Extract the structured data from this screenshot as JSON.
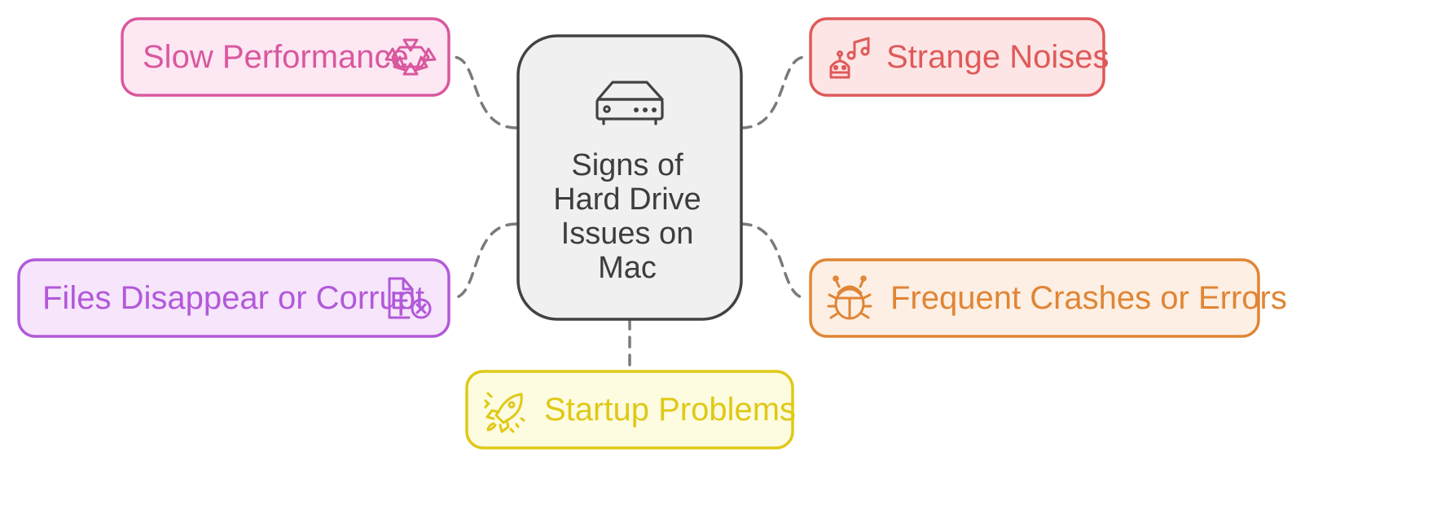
{
  "center": {
    "lines": [
      "Signs of",
      "Hard Drive",
      "Issues on",
      "Mac"
    ],
    "icon": "hard-drive-icon",
    "fill": "#f0f0f0",
    "stroke": "#424242"
  },
  "nodes": [
    {
      "id": "slow-performance",
      "label": "Slow Performance",
      "icon": "hexagon-nodes-icon",
      "fill": "#fde7f3",
      "stroke": "#d9589f",
      "text": "#d9589f"
    },
    {
      "id": "strange-noises",
      "label": "Strange Noises",
      "icon": "robot-music-icon",
      "fill": "#fde5e5",
      "stroke": "#df5a5a",
      "text": "#df5a5a"
    },
    {
      "id": "files-disappear",
      "label": "Files Disappear or Corrupt",
      "icon": "document-error-icon",
      "fill": "#f6e5fb",
      "stroke": "#b259d9",
      "text": "#b259d9"
    },
    {
      "id": "frequent-crashes",
      "label": "Frequent Crashes or Errors",
      "icon": "bug-icon",
      "fill": "#fdefe3",
      "stroke": "#e08535",
      "text": "#e08535"
    },
    {
      "id": "startup-problems",
      "label": "Startup Problems",
      "icon": "rocket-icon",
      "fill": "#fdfbe0",
      "stroke": "#dfc916",
      "text": "#dfc916"
    }
  ]
}
